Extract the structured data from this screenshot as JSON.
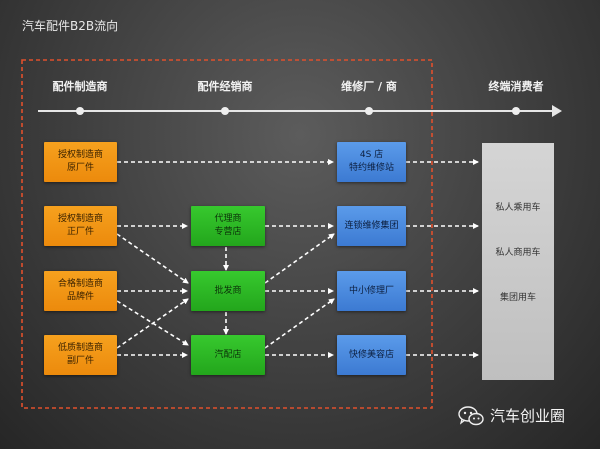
{
  "title": "汽车配件B2B流向",
  "columns": [
    "配件制造商",
    "配件经销商",
    "维修厂 / 商",
    "终端消费者"
  ],
  "manufacturers": [
    [
      "授权制造商",
      "原厂件"
    ],
    [
      "授权制造商",
      "正厂件"
    ],
    [
      "合格制造商",
      "品牌件"
    ],
    [
      "低质制造商",
      "副厂件"
    ]
  ],
  "distributors": [
    [
      "代理商",
      "专营店"
    ],
    [
      "批发商"
    ],
    [
      "汽配店"
    ]
  ],
  "repair_shops": [
    [
      "4S 店",
      "特约维修站"
    ],
    [
      "连锁维修集团"
    ],
    [
      "中小修理厂"
    ],
    [
      "快修美容店"
    ]
  ],
  "consumers": [
    "私人乘用车",
    "私人商用车",
    "集团用车"
  ],
  "watermark": "汽车创业圈",
  "colors": {
    "manufacturer": "#f29412",
    "distributor": "#2db826",
    "repair_shop": "#4a8ade",
    "consumer_panel": "#cbcbcb",
    "dashed_border": "#e0502c",
    "arrow": "#ffffff"
  },
  "icons": [
    "wechat-icon"
  ]
}
